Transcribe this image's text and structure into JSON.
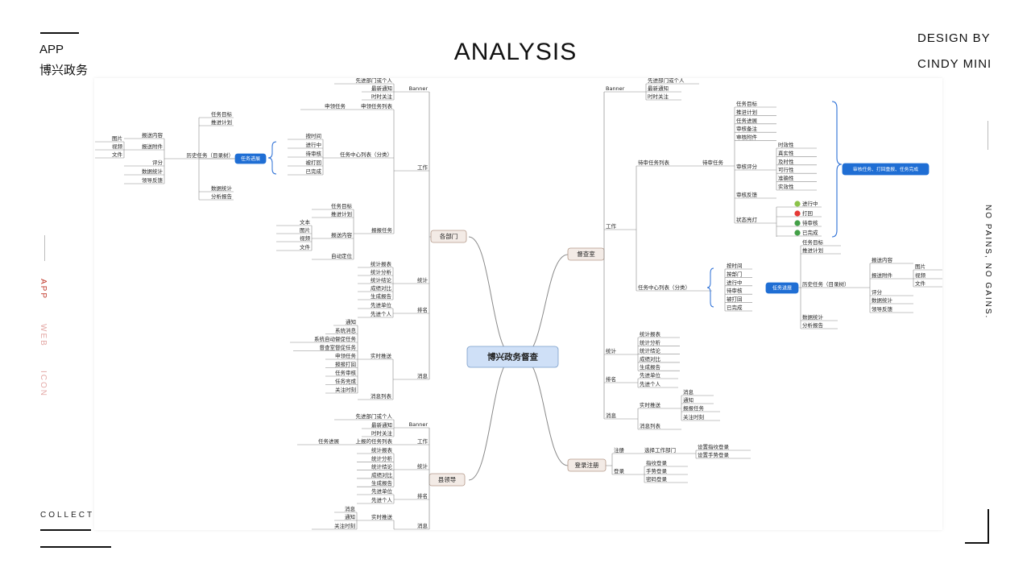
{
  "header": {
    "app": "APP",
    "app_name": "博兴政务",
    "title": "ANALYSIS",
    "design_by": "DESIGN  BY",
    "author": "CINDY MINI"
  },
  "side_nav": {
    "items": [
      {
        "label": "APP",
        "color": "#c0392b"
      },
      {
        "label": "WEB",
        "color": "#e3a7a4"
      },
      {
        "label": "ICON",
        "color": "#e3a7a4"
      }
    ],
    "collect": "COLLECT",
    "slogan": "NO PAINS, NO GAINS."
  },
  "mindmap": {
    "root": "博兴政务督查",
    "branches": {
      "bumen": "各部门",
      "ducha": "督查室",
      "xianlingdao": "县领导",
      "denglu": "登录注册"
    },
    "labels": {
      "banner": "Banner",
      "xianjin_bumen": "先进部门或个人",
      "zuixin_tongzhi": "最新通知",
      "shishi_guanzhu": "时时关注",
      "gongzuo": "工作",
      "shenling_renwu": "申领任务",
      "shenling_renwu_list": "申领任务列表",
      "renwu_mubiao": "任务目标",
      "tuijin_jihua": "推进计划",
      "tubao_neirong": "报送内容",
      "tubao_fujian": "报送附件",
      "pingfen": "评分",
      "shuju_tongji": "数据统计",
      "lingdao_fankui": "领导反馈",
      "lishi_renwu": "历史任务（目录树）",
      "renwu_jinzhan": "任务进展",
      "shuju_tongji2": "数据统计",
      "fenxi_baogao": "分析报告",
      "anshijian": "按时间",
      "jinxingzhong": "进行中",
      "daishenhe": "待审核",
      "beidahui": "被打回",
      "yiwancheng": "已完成",
      "renwu_zhongxin": "任务中心列表（分类）",
      "tupian": "图片",
      "shipin": "视频",
      "wenjian": "文件",
      "wenben": "文本",
      "zidong_dingwei": "自动定位",
      "baobao_renwu": "报报任务",
      "tongji": "统计",
      "tongji_baobiao": "统计报表",
      "tongji_fenxi": "统计分析",
      "tongji_jielun": "统计结论",
      "chengji_duibi": "成绩对比",
      "shengcheng_baogao": "生成报告",
      "paiming": "排名",
      "xianjin_danwei": "先进单位",
      "xianjin_geren": "先进个人",
      "tongzhi": "通知",
      "xitong_xiaoxi": "系统消息",
      "xitong_zidong": "系统自动督促任务",
      "duchashi_duchu": "督查室督促任务",
      "shenling_renwu2": "申领任务",
      "baobao_dahui": "报报打回",
      "renwu_shenhe": "任务审核",
      "renwu_wancheng": "任务完成",
      "guanzhu_shike": "关注时刻",
      "shishi_tuisong": "实时推送",
      "xiaoxi_liebiao": "消息列表",
      "xiaoxi": "消息",
      "bumen_banner_top": "先进部门或个人",
      "shenhe_renwu_list": "待审任务列表",
      "shenhe_renwu": "待审任务",
      "renwu_jinzhan2": "任务进展",
      "shenhe_beizhu": "审核备注",
      "shenhe_fujian": "审核附件",
      "shixiaoxing": "时效性",
      "zhenshixing": "真实性",
      "jishixing": "及时性",
      "kexingxing": "可行性",
      "zhunquexing": "准确性",
      "shixiaoxing2": "实效性",
      "shenhe_pingfen": "审核评分",
      "shenhe_fankui": "审核反馈",
      "zhuangtai_dengdeng": "状态亮灯",
      "jinxingzhong2": "进行中",
      "dahui": "打回",
      "daishenhe2": "待审核",
      "yiwancheng2": "已完成",
      "highlight_callout": "审核任务、打回重报、任务完成",
      "renwu_jinzhan3": "任务进展",
      "zhuce": "注册",
      "xuanze_gongzuo_bumen": "选择工作部门",
      "shezhi_zhiwen": "设置指纹登录",
      "shezhi_shoushi": "设置手势登录",
      "denglu": "登录",
      "zhiwen_denglu": "指纹登录",
      "shoushi_denglu": "手势登录",
      "mima_denglu": "密码登录",
      "renwu_jinzhan_ld": "任务进展",
      "shangbao_renwu_list": "上报的任务列表"
    },
    "colors": {
      "root_fill": "#cfe0f7",
      "root_stroke": "#7a9dc9",
      "branch_fill": "#f3ebe6",
      "branch_stroke": "#b59a8a",
      "line": "#8a8a8a",
      "brace": "#2b6fd6",
      "blue_node": "#1f6ed4"
    }
  }
}
